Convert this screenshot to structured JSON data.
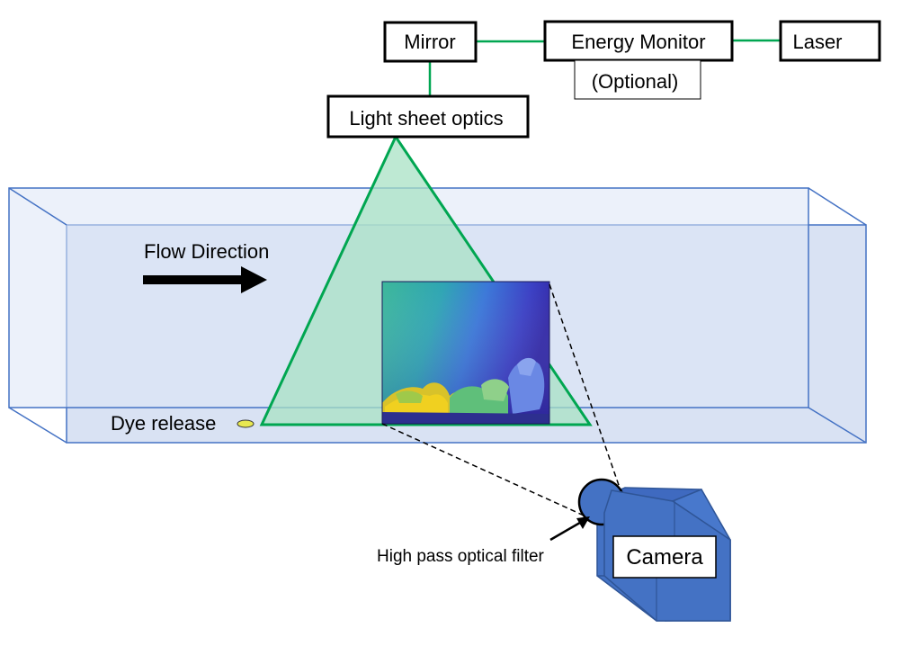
{
  "labels": {
    "mirror": "Mirror",
    "energy_monitor": "Energy Monitor",
    "optional": "(Optional)",
    "laser": "Laser",
    "light_sheet_optics": "Light sheet optics",
    "flow_direction": "Flow Direction",
    "dye_release": "Dye release",
    "high_pass_filter": "High pass optical filter",
    "camera": "Camera"
  },
  "colors": {
    "connector_green": "#00a651",
    "light_sheet_fill": "#a8e2c4",
    "tank_edge": "#4472c4",
    "tank_fill": "#dae3f3",
    "camera_blue": "#4472c4",
    "camera_edge": "#2f5597",
    "dye_marker": "#e8e850"
  },
  "icons": {
    "flow_arrow": "right-arrow-icon",
    "filter_pointer": "arrow-icon",
    "camera": "camera-icon",
    "dye_marker": "ellipse-marker"
  }
}
